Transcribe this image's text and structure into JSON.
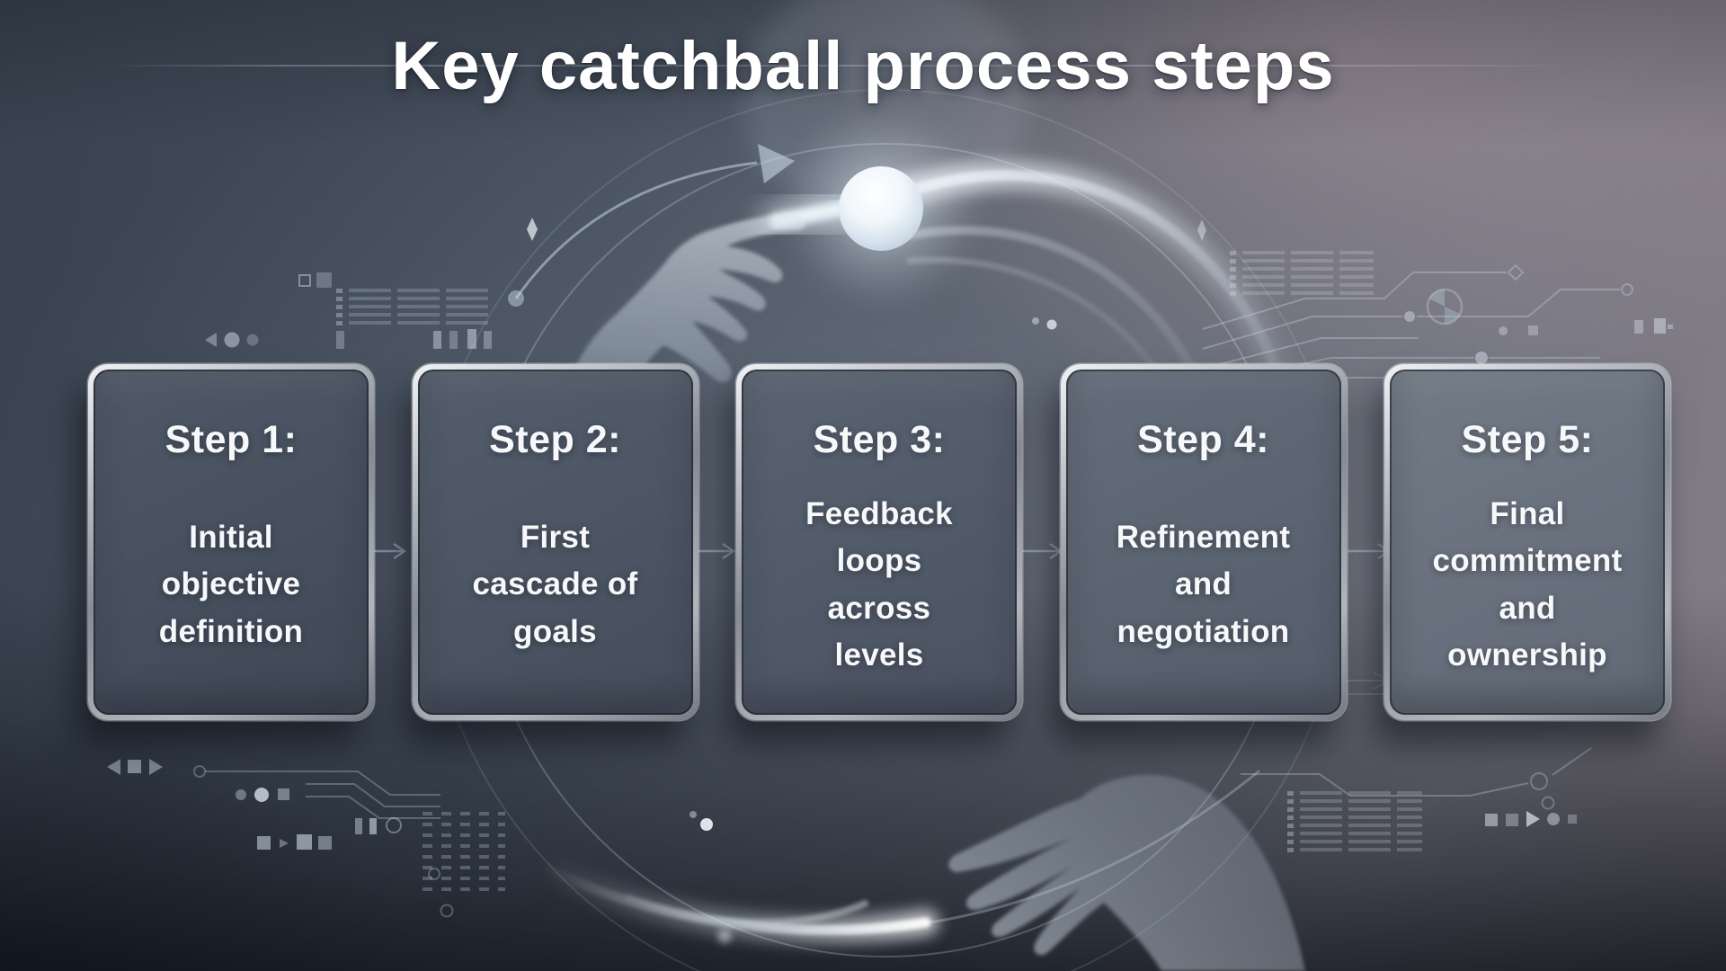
{
  "title": "Key catchball process steps",
  "steps": [
    {
      "label": "Step 1:",
      "description": "Initial\nobjective\ndefinition"
    },
    {
      "label": "Step 2:",
      "description": "First\ncascade of\ngoals"
    },
    {
      "label": "Step 3:",
      "description": "Feedback\nloops\nacross\nlevels"
    },
    {
      "label": "Step 4:",
      "description": "Refinement\nand\nnegotiation"
    },
    {
      "label": "Step 5:",
      "description": "Final\ncommitment\nand\nownership"
    }
  ],
  "decor": {
    "icons": [
      "glowing-ball-icon",
      "throwing-hand-icon",
      "catching-hand-icon",
      "cycle-arrow-icon",
      "step-connector-arrow-icon",
      "circuit-trace-icon",
      "pie-chart-icon",
      "media-back-icon",
      "media-stop-icon",
      "media-play-icon",
      "sparkle-diamond-icon"
    ],
    "colors": {
      "background_top_left": "#3a434f",
      "background_top_right": "#8a8189",
      "background_bottom": "#232a35",
      "card_fill": "#4f5866",
      "card_frame": "#c3c7cd",
      "text": "#ffffff",
      "glow": "#eef6fc"
    }
  }
}
